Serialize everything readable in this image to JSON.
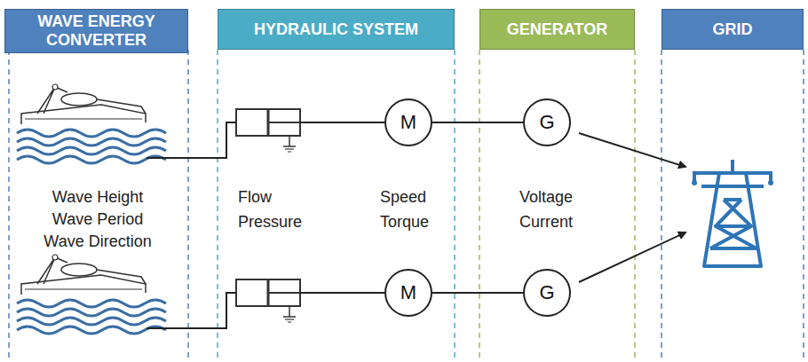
{
  "diagram": {
    "nodes": [
      {
        "text": [
          "WAVE ENERGY CONVERTER"
        ]
      },
      {
        "text": [
          "HYDRAULIC SYSTEM"
        ]
      },
      {
        "text": [
          "GENERATOR"
        ]
      },
      {
        "text": [
          "GRID"
        ]
      },
      {
        "text": [
          "M"
        ]
      },
      {
        "text": [
          "G"
        ]
      },
      {
        "text": [
          "M"
        ]
      },
      {
        "text": [
          "G"
        ]
      }
    ],
    "edges": [
      {
        "from": 4,
        "to": 5,
        "arrow": "none"
      },
      {
        "from": 6,
        "to": 7,
        "arrow": "none"
      }
    ],
    "labels": [
      "Wave Height",
      "Wave Period",
      "Wave Direction",
      "Flow",
      "Pressure",
      "Speed",
      "Torque",
      "Voltage",
      "Current"
    ]
  }
}
